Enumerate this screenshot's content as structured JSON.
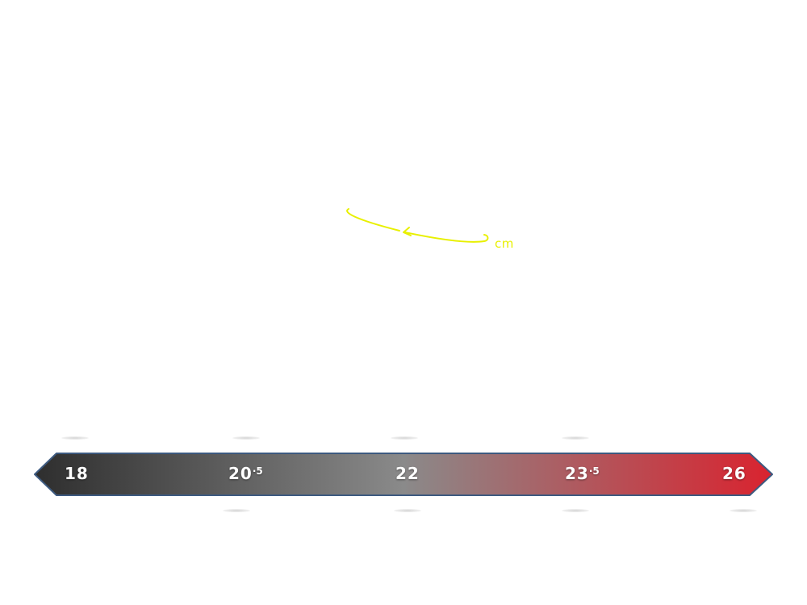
{
  "annotation": {
    "unit": "cm",
    "color": "#e8f000"
  },
  "scale": {
    "ticks": [
      {
        "main": "18",
        "frac": ""
      },
      {
        "main": "20",
        "frac": "·5"
      },
      {
        "main": "22",
        "frac": ""
      },
      {
        "main": "23",
        "frac": "·5"
      },
      {
        "main": "26",
        "frac": ""
      }
    ],
    "gradient_colors": [
      "#2e2e2e",
      "#8a8a8a",
      "#d9232f"
    ],
    "border_color": "#3d5a80"
  }
}
